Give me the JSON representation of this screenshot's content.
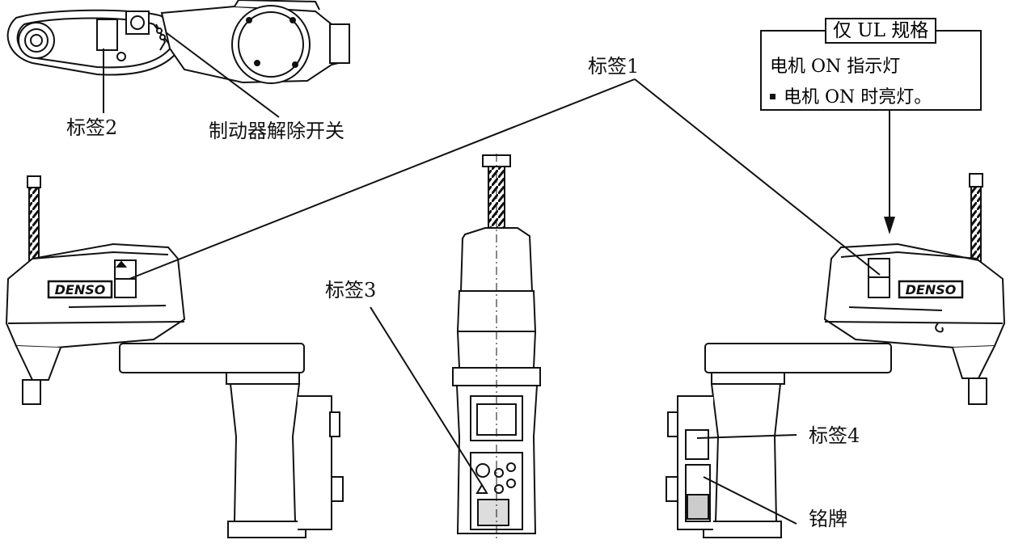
{
  "labels": {
    "label1": "标签1",
    "label2": "标签2",
    "label3": "标签3",
    "label4": "标签4",
    "brake_switch": "制动器解除开关",
    "nameplate": "铭牌"
  },
  "ul_box": {
    "title": "仅 UL 规格",
    "line1": "电机 ON 指示灯",
    "line2": "电机 ON 时亮灯。"
  },
  "brand": "DENSO",
  "colors": {
    "ink": "#111111",
    "paper": "#ffffff"
  }
}
